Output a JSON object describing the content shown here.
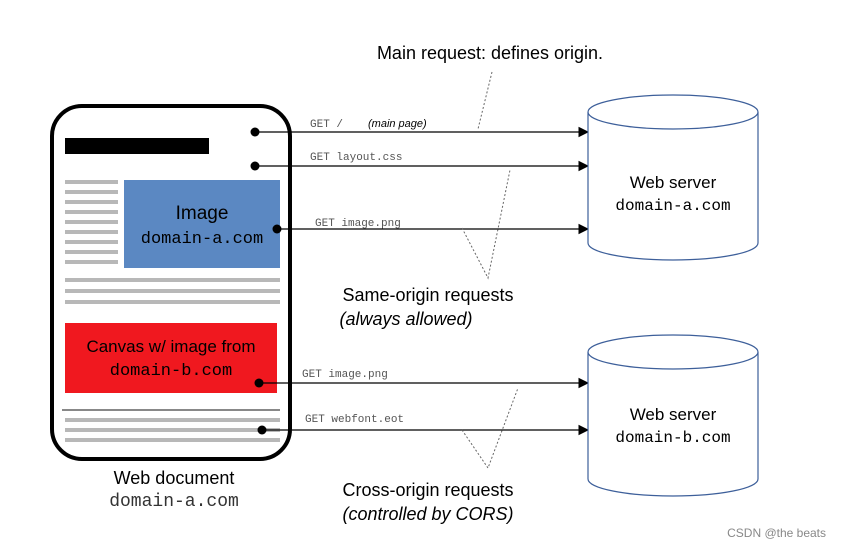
{
  "annotations": {
    "main_request": "Main request: defines origin.",
    "same_origin_title": "Same-origin requests",
    "same_origin_sub": "(always allowed)",
    "cross_origin_title": "Cross-origin requests",
    "cross_origin_sub": "(controlled by CORS)"
  },
  "requests": {
    "main_page_get": "GET /",
    "main_page_note": "(main page)",
    "layout_css": "GET layout.css",
    "image_png_a": "GET image.png",
    "image_png_b": "GET image.png",
    "webfont": "GET webfont.eot"
  },
  "document": {
    "image_label": "Image",
    "image_domain": "domain-a.com",
    "canvas_label": "Canvas w/ image from",
    "canvas_domain": "domain-b.com",
    "title": "Web document",
    "domain": "domain-a.com"
  },
  "servers": {
    "a": {
      "title": "Web server",
      "domain": "domain-a.com"
    },
    "b": {
      "title": "Web server",
      "domain": "domain-b.com"
    }
  },
  "watermark": "CSDN @the beats",
  "colors": {
    "image_box": "#5b88c2",
    "canvas_box": "#f0181f",
    "server_stroke": "#3d5f9a",
    "text_lines": "#b8b8b8"
  }
}
